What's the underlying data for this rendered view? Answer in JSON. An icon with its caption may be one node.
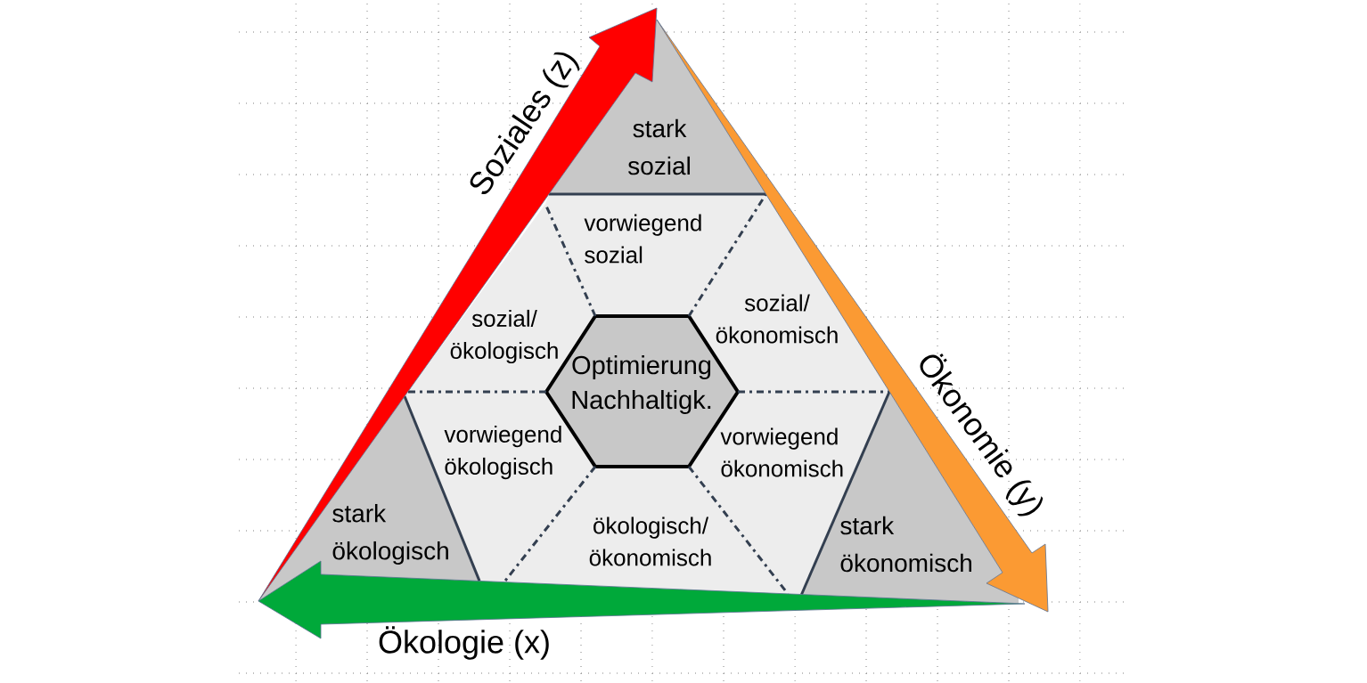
{
  "diagram": {
    "nodes": [
      {
        "text": [
          "stark sozial"
        ]
      },
      {
        "text": [
          "vorwiegend sozial"
        ]
      },
      {
        "text": [
          "sozial/ ökologisch"
        ]
      },
      {
        "text": [
          "sozial/ ökonomisch"
        ]
      },
      {
        "text": [
          "Optimierung Nachhaltigk."
        ]
      },
      {
        "text": [
          "vorwiegend ökologisch"
        ]
      },
      {
        "text": [
          "vorwiegend ökonomisch"
        ]
      },
      {
        "text": [
          "stark ökologisch"
        ]
      },
      {
        "text": [
          "ökologisch/ ökonomisch"
        ]
      },
      {
        "text": [
          "stark ökonomisch"
        ]
      }
    ],
    "labels": [
      "Soziales (z)",
      "Ökonomie (y)",
      "Ökologie (x)"
    ]
  }
}
